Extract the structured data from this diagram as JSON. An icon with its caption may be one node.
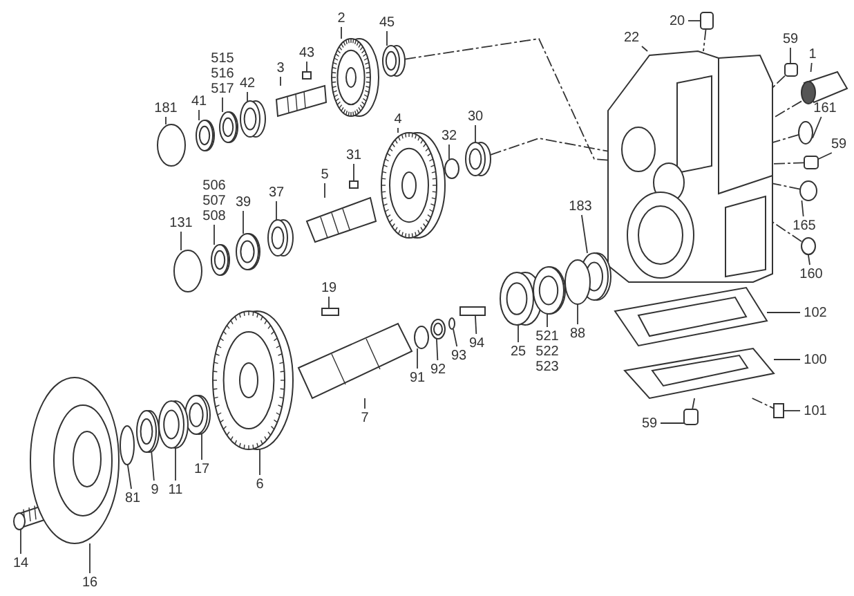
{
  "diagram": {
    "nodes": [
      {
        "text": [
          "181"
        ]
      },
      {
        "text": [
          "41"
        ]
      },
      {
        "text": [
          "515 516 517"
        ]
      },
      {
        "text": [
          "42"
        ]
      },
      {
        "text": [
          "3"
        ]
      },
      {
        "text": [
          "43"
        ]
      },
      {
        "text": [
          "2"
        ]
      },
      {
        "text": [
          "45"
        ]
      },
      {
        "text": [
          "4"
        ]
      },
      {
        "text": [
          "31"
        ]
      },
      {
        "text": [
          "5"
        ]
      },
      {
        "text": [
          "37"
        ]
      },
      {
        "text": [
          "39"
        ]
      },
      {
        "text": [
          "506 507 508"
        ]
      },
      {
        "text": [
          "131"
        ]
      },
      {
        "text": [
          "32"
        ]
      },
      {
        "text": [
          "30"
        ]
      },
      {
        "text": [
          "20"
        ]
      },
      {
        "text": [
          "22"
        ]
      },
      {
        "text": [
          "59"
        ]
      },
      {
        "text": [
          "1"
        ]
      },
      {
        "text": [
          "161"
        ]
      },
      {
        "text": [
          "59"
        ]
      },
      {
        "text": [
          "183"
        ]
      },
      {
        "text": [
          "165"
        ]
      },
      {
        "text": [
          "160"
        ]
      },
      {
        "text": [
          "19"
        ]
      },
      {
        "text": [
          "94"
        ]
      },
      {
        "text": [
          "25"
        ]
      },
      {
        "text": [
          "88"
        ]
      },
      {
        "text": [
          "102"
        ]
      },
      {
        "text": [
          "93"
        ]
      },
      {
        "text": [
          "92"
        ]
      },
      {
        "text": [
          "521 522 523"
        ]
      },
      {
        "text": [
          "100"
        ]
      },
      {
        "text": [
          "91"
        ]
      },
      {
        "text": [
          "101"
        ]
      },
      {
        "text": [
          "7"
        ]
      },
      {
        "text": [
          "59"
        ]
      },
      {
        "text": [
          "17"
        ]
      },
      {
        "text": [
          "6"
        ]
      },
      {
        "text": [
          "9"
        ]
      },
      {
        "text": [
          "11"
        ]
      },
      {
        "text": [
          "81"
        ]
      },
      {
        "text": [
          "14"
        ]
      },
      {
        "text": [
          "16"
        ]
      },
      {
        "text": [],
        "shape": "circle"
      },
      {
        "text": [],
        "shape": "circle"
      },
      {
        "text": [],
        "shape": "circle"
      },
      {
        "text": [],
        "shape": "circle"
      },
      {
        "text": [],
        "shape": "picture"
      },
      {
        "text": [],
        "shape": "box"
      },
      {
        "text": [],
        "shape": "picture"
      },
      {
        "text": [],
        "shape": "circle"
      },
      {
        "text": [],
        "shape": "picture"
      },
      {
        "text": [],
        "shape": "box"
      },
      {
        "text": [],
        "shape": "picture"
      },
      {
        "text": [],
        "shape": "circle"
      },
      {
        "text": [],
        "shape": "circle"
      },
      {
        "text": [],
        "shape": "circle"
      },
      {
        "text": [],
        "shape": "circle"
      },
      {
        "text": [],
        "shape": "circle"
      },
      {
        "text": [],
        "shape": "circle"
      },
      {
        "text": [],
        "shape": "box"
      },
      {
        "text": [],
        "shape": "picture"
      },
      {
        "text": [],
        "shape": "box"
      },
      {
        "text": [],
        "shape": "picture"
      },
      {
        "text": [],
        "shape": "circle"
      },
      {
        "text": [],
        "shape": "box"
      },
      {
        "text": [],
        "shape": "circle"
      },
      {
        "text": [],
        "shape": "circle"
      },
      {
        "text": [],
        "shape": "circle"
      },
      {
        "text": [],
        "shape": "box"
      },
      {
        "text": [],
        "shape": "box"
      },
      {
        "text": [],
        "shape": "circle"
      },
      {
        "text": [],
        "shape": "circle"
      },
      {
        "text": [],
        "shape": "picture"
      },
      {
        "text": [],
        "shape": "circle"
      },
      {
        "text": [],
        "shape": "circle"
      },
      {
        "text": [],
        "shape": "circle"
      },
      {
        "text": [],
        "shape": "picture"
      },
      {
        "text": [],
        "shape": "circle"
      },
      {
        "text": [],
        "shape": "box"
      },
      {
        "text": [],
        "shape": "picture"
      },
      {
        "text": [],
        "shape": "box"
      },
      {
        "text": [],
        "shape": "circle"
      },
      {
        "text": [],
        "shape": "picture"
      },
      {
        "text": [],
        "shape": "circle"
      },
      {
        "text": [],
        "shape": "circle"
      },
      {
        "text": [],
        "shape": "circle"
      },
      {
        "text": [],
        "shape": "picture"
      },
      {
        "text": [],
        "shape": "picture"
      }
    ],
    "edges": [
      {
        "from": 0,
        "to": 46,
        "arrow": "none"
      },
      {
        "from": 1,
        "to": 47,
        "arrow": "none"
      },
      {
        "from": 2,
        "to": 48,
        "arrow": "none"
      },
      {
        "from": 3,
        "to": 49,
        "arrow": "none"
      },
      {
        "from": 4,
        "to": 50,
        "arrow": "none"
      },
      {
        "from": 5,
        "to": 51,
        "arrow": "none"
      },
      {
        "from": 6,
        "to": 52,
        "arrow": "none"
      },
      {
        "from": 7,
        "to": 53,
        "arrow": "none"
      },
      {
        "from": 8,
        "to": 54,
        "arrow": "none"
      },
      {
        "from": 9,
        "to": 55,
        "arrow": "none"
      },
      {
        "from": 10,
        "to": 56,
        "arrow": "none"
      },
      {
        "from": 11,
        "to": 57,
        "arrow": "none"
      },
      {
        "from": 12,
        "to": 58,
        "arrow": "none"
      },
      {
        "from": 13,
        "to": 59,
        "arrow": "none"
      },
      {
        "from": 14,
        "to": 60,
        "arrow": "none"
      },
      {
        "from": 15,
        "to": 61,
        "arrow": "none"
      },
      {
        "from": 16,
        "to": 62,
        "arrow": "none"
      },
      {
        "from": 17,
        "to": 63,
        "arrow": "none"
      },
      {
        "from": 18,
        "to": 64,
        "arrow": "none"
      },
      {
        "from": 19,
        "to": 65,
        "arrow": "none"
      },
      {
        "from": 20,
        "to": 66,
        "arrow": "none"
      },
      {
        "from": 21,
        "to": 67,
        "arrow": "none"
      },
      {
        "from": 22,
        "to": 68,
        "arrow": "none"
      },
      {
        "from": 23,
        "to": 69,
        "arrow": "none"
      },
      {
        "from": 24,
        "to": 70,
        "arrow": "none"
      },
      {
        "from": 25,
        "to": 71,
        "arrow": "none"
      },
      {
        "from": 26,
        "to": 72,
        "arrow": "none"
      },
      {
        "from": 27,
        "to": 73,
        "arrow": "none"
      },
      {
        "from": 28,
        "to": 74,
        "arrow": "none"
      },
      {
        "from": 29,
        "to": 75,
        "arrow": "none"
      },
      {
        "from": 30,
        "to": 76,
        "arrow": "none"
      },
      {
        "from": 31,
        "to": 77,
        "arrow": "none"
      },
      {
        "from": 32,
        "to": 78,
        "arrow": "none"
      },
      {
        "from": 33,
        "to": 79,
        "arrow": "none"
      },
      {
        "from": 34,
        "to": 80,
        "arrow": "none"
      },
      {
        "from": 35,
        "to": 81,
        "arrow": "none"
      },
      {
        "from": 36,
        "to": 82,
        "arrow": "none"
      },
      {
        "from": 37,
        "to": 83,
        "arrow": "none"
      },
      {
        "from": 38,
        "to": 84,
        "arrow": "none"
      },
      {
        "from": 39,
        "to": 85,
        "arrow": "none"
      },
      {
        "from": 40,
        "to": 86,
        "arrow": "none"
      },
      {
        "from": 41,
        "to": 87,
        "arrow": "none"
      },
      {
        "from": 42,
        "to": 88,
        "arrow": "none"
      },
      {
        "from": 43,
        "to": 89,
        "arrow": "none"
      },
      {
        "from": 44,
        "to": 90,
        "arrow": "none"
      },
      {
        "from": 45,
        "to": 91,
        "arrow": "none"
      },
      {
        "from": 53,
        "to": 64,
        "arrow": "none",
        "style": "dashed"
      },
      {
        "from": 62,
        "to": 64,
        "arrow": "none",
        "style": "dashed"
      },
      {
        "from": 63,
        "to": 64,
        "arrow": "none",
        "style": "dashed"
      },
      {
        "from": 65,
        "to": 64,
        "arrow": "none",
        "style": "dashed"
      },
      {
        "from": 66,
        "to": 64,
        "arrow": "none",
        "style": "dashed"
      },
      {
        "from": 67,
        "to": 64,
        "arrow": "none",
        "style": "dashed"
      },
      {
        "from": 68,
        "to": 64,
        "arrow": "none",
        "style": "dashed"
      },
      {
        "from": 70,
        "to": 64,
        "arrow": "none",
        "style": "dashed"
      },
      {
        "from": 71,
        "to": 64,
        "arrow": "none",
        "style": "dashed"
      },
      {
        "from": 80,
        "to": 82,
        "arrow": "none",
        "style": "dashed"
      },
      {
        "from": 80,
        "to": 84,
        "arrow": "none",
        "style": "dashed"
      }
    ]
  }
}
